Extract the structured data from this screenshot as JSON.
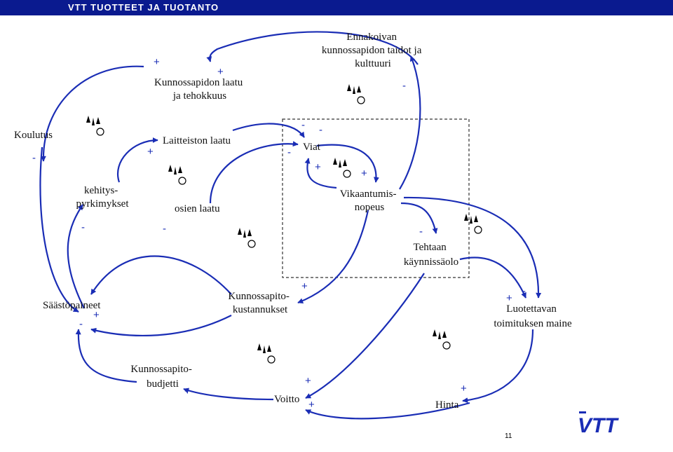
{
  "header": {
    "title": "VTT TUOTTEET JA TUOTANTO"
  },
  "nodes": {
    "ennakoivan": [
      "Ennakoivan",
      "kunnossapidon taidot ja",
      "kulttuuri"
    ],
    "kunnossapidon_laatu": [
      "Kunnossapidon laatu",
      "ja tehokkuus"
    ],
    "koulutus": [
      "Koulutus"
    ],
    "laitteiston_laatu": [
      "Laitteiston laatu"
    ],
    "viat": [
      "Viat"
    ],
    "kehitys": [
      "kehitys-",
      "pyrkimykset"
    ],
    "osien_laatu": [
      "osien laatu"
    ],
    "vikaantumis": [
      "Vikaantumis-",
      "nopeus"
    ],
    "tehtaan": [
      "Tehtaan",
      "käynnissäolo"
    ],
    "saastopaineet": [
      "Säästöpaineet"
    ],
    "kustannukset": [
      "Kunnossapito-",
      "kustannukset"
    ],
    "luotettavan": [
      "Luotettavan",
      "toimituksen maine"
    ],
    "budjetti": [
      "Kunnossapito-",
      "budjetti"
    ],
    "voitto": [
      "Voitto"
    ],
    "hinta": [
      "Hinta"
    ]
  },
  "signs": {
    "plus": "+",
    "minus": "-"
  },
  "footer": {
    "page_number": "11"
  },
  "logo": {
    "text": "VTT"
  },
  "colors": {
    "header": "#0a1a8f",
    "arrow": "#1a2db5"
  },
  "icons": [
    "delay-icon"
  ]
}
